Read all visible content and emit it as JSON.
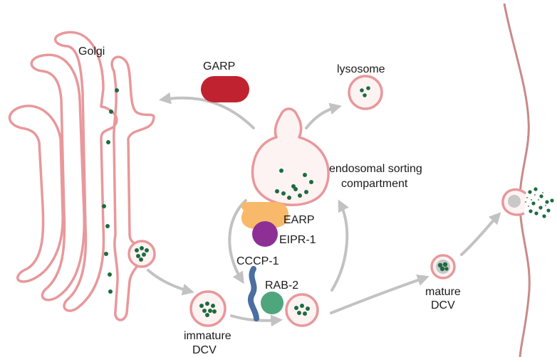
{
  "labels": {
    "golgi": "Golgi",
    "garp": "GARP",
    "lysosome": "lysosome",
    "endosome_line1": "endosomal sorting",
    "endosome_line2": "compartment",
    "earp": "EARP",
    "eipr1": "EIPR-1",
    "cccp1": "CCCP-1",
    "rab2": "RAB-2",
    "immature_line1": "immature",
    "immature_line2": "DCV",
    "mature_line1": "mature",
    "mature_line2": "DCV"
  },
  "colors": {
    "membrane": "#e8989b",
    "membrane_fill": "#fdf3f3",
    "cargo": "#1d6b3f",
    "garp": "#c0232f",
    "earp": "#f8b96a",
    "eipr1": "#8e2f96",
    "cccp1": "#4a6fa0",
    "rab2": "#4fa57c",
    "arrow": "#c2c2c2",
    "plasma_membrane": "#c98a8a",
    "dcv_core": "#c8c8c8"
  }
}
